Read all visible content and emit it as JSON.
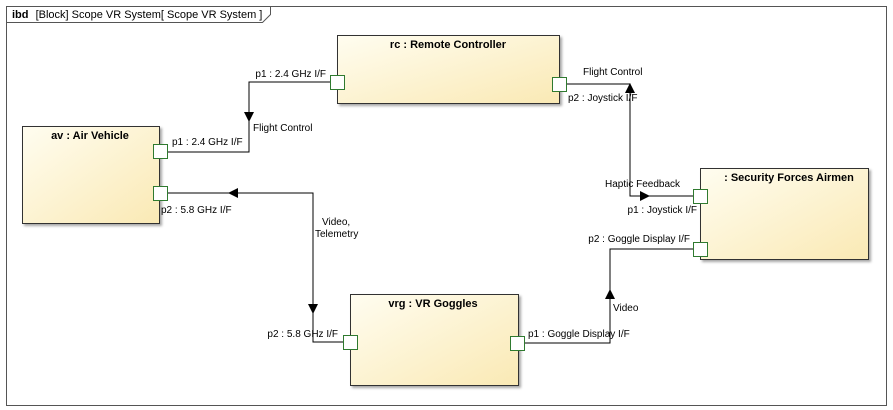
{
  "frame": {
    "keyword": "ibd",
    "label": "[Block] Scope VR System[ Scope VR System ]"
  },
  "colors": {
    "block_fill_light": "#fffdf0",
    "block_fill_dark": "#fae9b4",
    "block_border": "#333333",
    "port_fill": "#ffffff",
    "port_border": "#2f7a2f",
    "connector": "#000000"
  },
  "blocks": {
    "remote_controller": {
      "title": "rc : Remote Controller"
    },
    "air_vehicle": {
      "title": "av : Air Vehicle"
    },
    "security_forces": {
      "title": ": Security Forces Airmen"
    },
    "vr_goggles": {
      "title": "vrg : VR Goggles"
    }
  },
  "ports": {
    "rc_p1": "p1 : 2.4 GHz I/F",
    "rc_p2": "p2 : Joystick I/F",
    "av_p1": "p1 : 2.4 GHz I/F",
    "av_p2": "p2 : 5.8 GHz I/F",
    "sf_p1": "p1 : Joystick I/F",
    "sf_p2": "p2 : Goggle Display I/F",
    "vrg_p2": "p2 : 5.8 GHz I/F",
    "vrg_p1": "p1 : Goggle Display I/F"
  },
  "flows": {
    "flight_control_left": "Flight Control",
    "flight_control_right": "Flight Control",
    "haptic_feedback": "Haptic Feedback",
    "video_telemetry_line1": "Video,",
    "video_telemetry_line2": "Telemetry",
    "video": "Video"
  }
}
